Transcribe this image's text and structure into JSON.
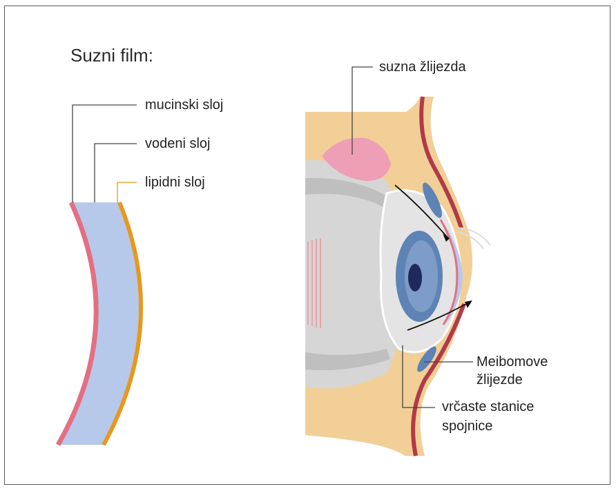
{
  "tear_film": {
    "title": "Suzni film:",
    "layers": {
      "mucin": "mucinski sloj",
      "aqueous": "vodeni sloj",
      "lipid": "lipidni sloj"
    }
  },
  "eye": {
    "lacrimal_gland": "suzna žlijezda",
    "meibomian_line1": "Meibomove",
    "meibomian_line2": "žlijezde",
    "goblet_line1": "vrčaste stanice",
    "goblet_line2": "spojnice"
  },
  "colors": {
    "mucin": "#e46f82",
    "aqueous": "#b7c9ea",
    "lipid": "#e8971f",
    "skin": "#f2cf96",
    "eyelid_edge": "#b23a48",
    "gland_pink": "#ee9fb6",
    "sclera_gray": "#d9d9d9",
    "iris_blue": "#5e83b5"
  }
}
